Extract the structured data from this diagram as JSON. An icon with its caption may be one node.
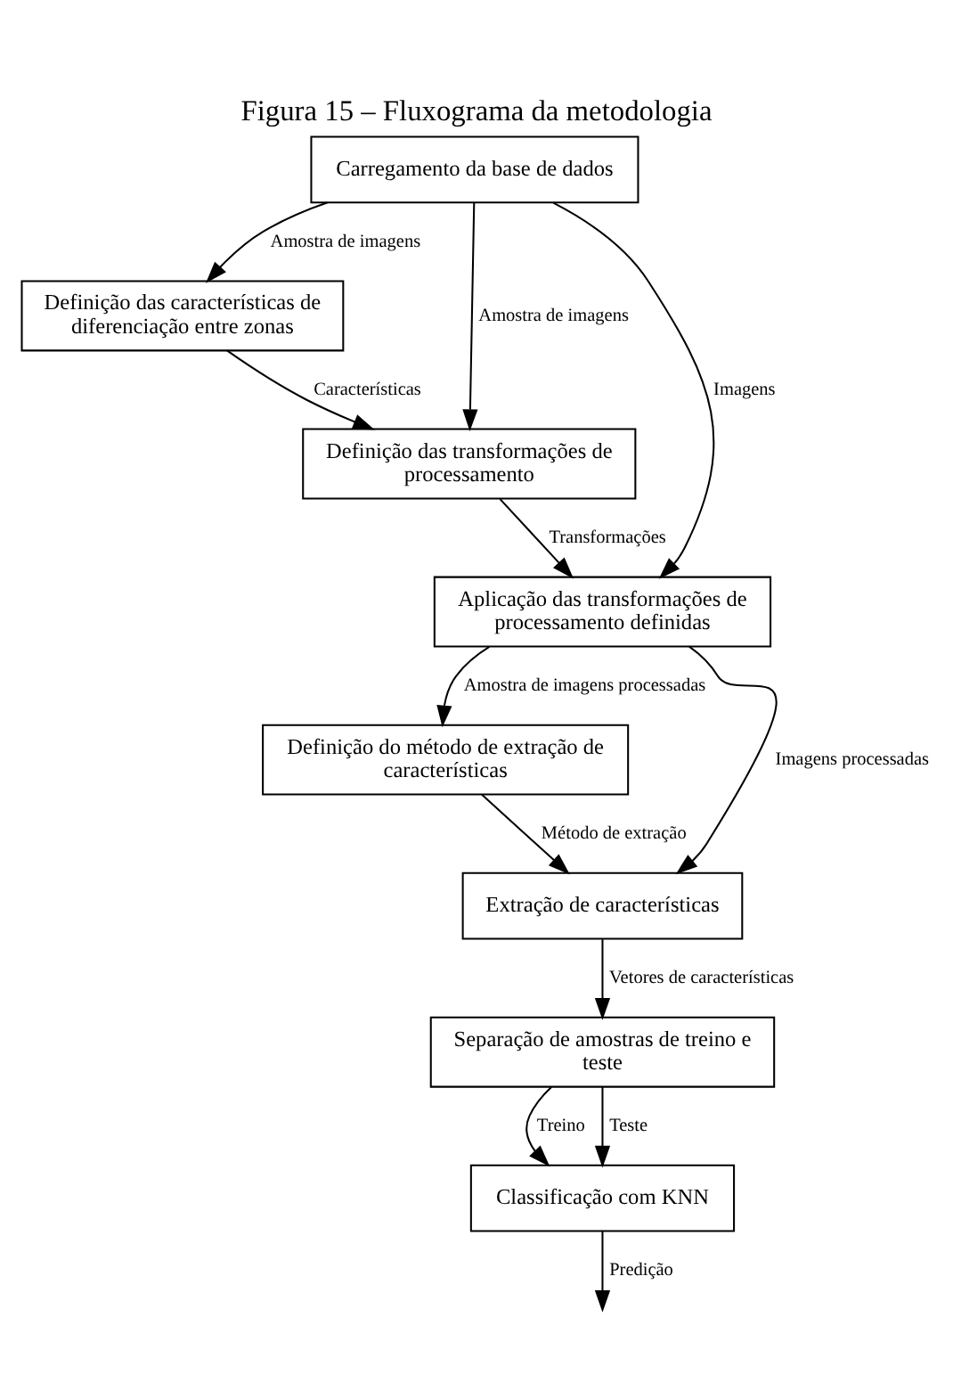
{
  "diagram": {
    "title": "Figura 15 – Fluxograma da metodologia",
    "nodes": [
      {
        "text": [
          "Carregamento da base de dados"
        ]
      },
      {
        "text": [
          "Definição das características de diferenciação entre zonas"
        ]
      },
      {
        "text": [
          "Definição das transformações de processamento"
        ]
      },
      {
        "text": [
          "Aplicação das transformações de processamento definidas"
        ]
      },
      {
        "text": [
          "Definição do método de extração de características"
        ]
      },
      {
        "text": [
          "Extração de características"
        ]
      },
      {
        "text": [
          "Separação de amostras de treino e teste"
        ]
      },
      {
        "text": [
          "Classificação com KNN"
        ]
      }
    ],
    "edges": [
      {
        "from": 0,
        "to": 1,
        "arrow": "to",
        "label": "Amostra de imagens"
      },
      {
        "from": 0,
        "to": 2,
        "arrow": "to",
        "label": "Amostra de imagens"
      },
      {
        "from": 1,
        "to": 2,
        "arrow": "to",
        "label": "Características"
      },
      {
        "from": 0,
        "to": 3,
        "arrow": "to",
        "label": "Imagens"
      },
      {
        "from": 2,
        "to": 3,
        "arrow": "to",
        "label": "Transformações"
      },
      {
        "from": 3,
        "to": 4,
        "arrow": "to",
        "label": "Amostra de imagens processadas"
      },
      {
        "from": 3,
        "to": 5,
        "arrow": "to",
        "label": "Imagens processadas"
      },
      {
        "from": 4,
        "to": 5,
        "arrow": "to",
        "label": "Método de extração"
      },
      {
        "from": 5,
        "to": 6,
        "arrow": "to",
        "label": "Vetores de características"
      },
      {
        "from": 6,
        "to": 7,
        "arrow": "to",
        "label": "Treino"
      },
      {
        "from": 6,
        "to": 7,
        "arrow": "to",
        "label": "Teste"
      },
      {
        "from": 7,
        "to": null,
        "arrow": "to",
        "label": "Predição"
      }
    ]
  }
}
